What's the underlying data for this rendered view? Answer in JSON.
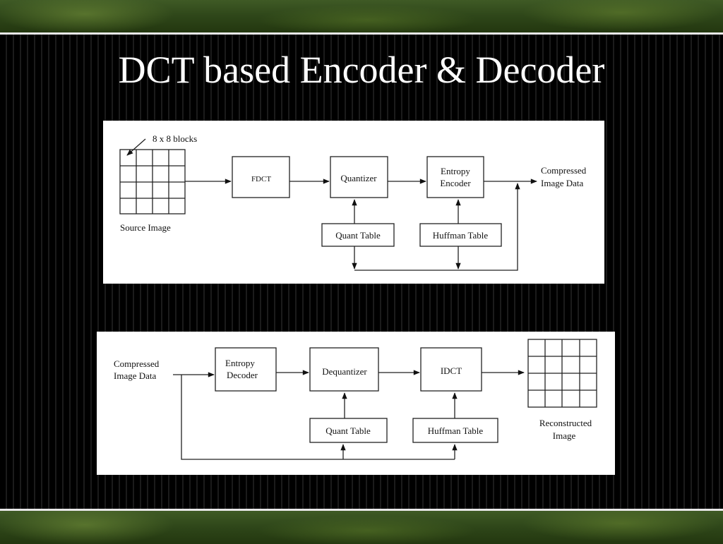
{
  "slide": {
    "title": "DCT based Encoder & Decoder"
  },
  "encoder": {
    "blocks_label": "8 x 8 blocks",
    "source_label": "Source Image",
    "fdct_label": "FDCT",
    "quantizer_label": "Quantizer",
    "entropy_encoder_line1": "Entropy",
    "entropy_encoder_line2": "Encoder",
    "output_line1": "Compressed",
    "output_line2": "Image Data",
    "quant_table_label": "Quant Table",
    "huffman_table_label": "Huffman Table"
  },
  "decoder": {
    "input_line1": "Compressed",
    "input_line2": "Image Data",
    "entropy_decoder_line1": "Entropy",
    "entropy_decoder_line2": "Decoder",
    "dequantizer_label": "Dequantizer",
    "idct_label": "IDCT",
    "quant_table_label": "Quant Table",
    "huffman_table_label": "Huffman Table",
    "output_line1": "Reconstructed",
    "output_line2": "Image"
  }
}
